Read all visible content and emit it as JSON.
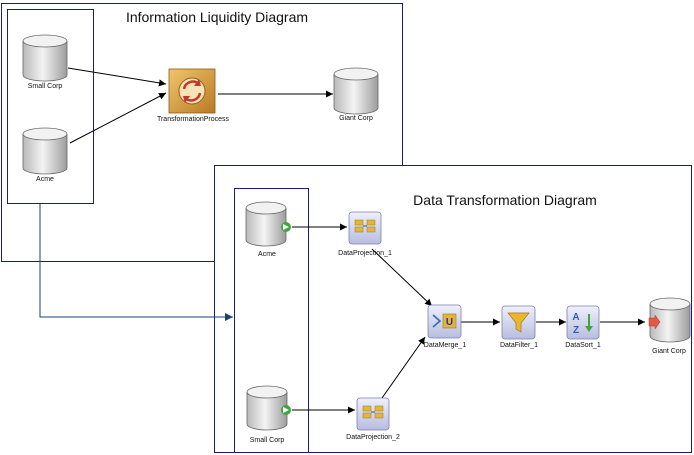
{
  "information_liquidity": {
    "title": "Information Liquidity Diagram",
    "nodes": {
      "small_corp": "Small Corp",
      "acme": "Acme",
      "transformation_process": "TransformationProcess",
      "giant_corp": "Giant Corp"
    }
  },
  "data_transformation": {
    "title": "Data Transformation Diagram",
    "nodes": {
      "acme": "Acme",
      "small_corp": "Small Corp",
      "data_projection_1": "DataProjection_1",
      "data_projection_2": "DataProjection_2",
      "data_merge_1": "DataMerge_1",
      "data_filter_1": "DataFilter_1",
      "data_sort_1": "DataSort_1",
      "giant_corp": "Giant Corp"
    }
  },
  "colors": {
    "frame": "#1c1c80",
    "connector": "#1c3f7a",
    "cylinder_body": "#dcdcdc",
    "cylinder_top": "#f2f2f2",
    "process_fill": "#d9a441",
    "op_fill": "#cfd3ea"
  },
  "icons": {
    "process": "transformation-cycle-icon",
    "projection": "projection-grid-icon",
    "merge": "merge-union-icon",
    "filter": "funnel-filter-icon",
    "sort": "az-sort-icon",
    "output_marker": "green-arrow-icon",
    "input_marker": "red-arrow-icon"
  }
}
